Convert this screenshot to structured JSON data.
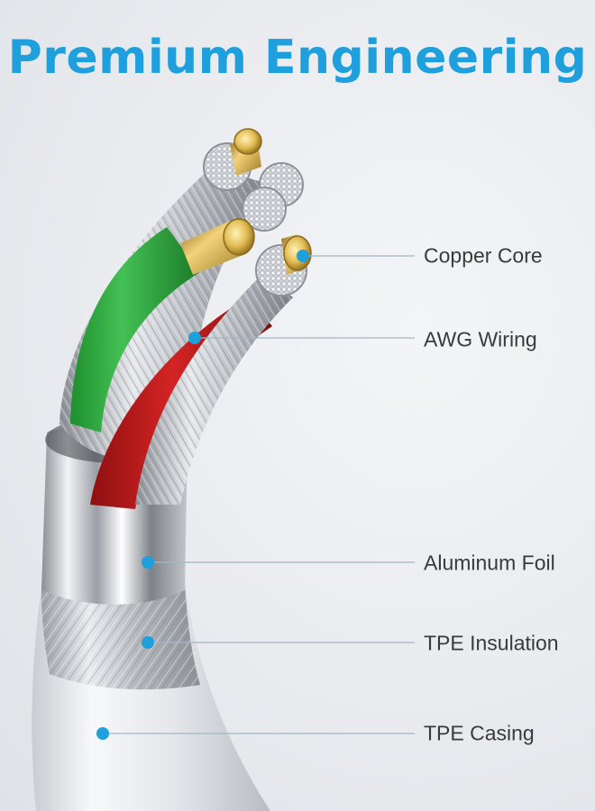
{
  "title": "Premium Engineering",
  "accent_color": "#1f9fdb",
  "callouts": [
    {
      "label": "Copper Core"
    },
    {
      "label": "AWG Wiring"
    },
    {
      "label": "Aluminum Foil"
    },
    {
      "label": "TPE Insulation"
    },
    {
      "label": "TPE Casing"
    }
  ]
}
